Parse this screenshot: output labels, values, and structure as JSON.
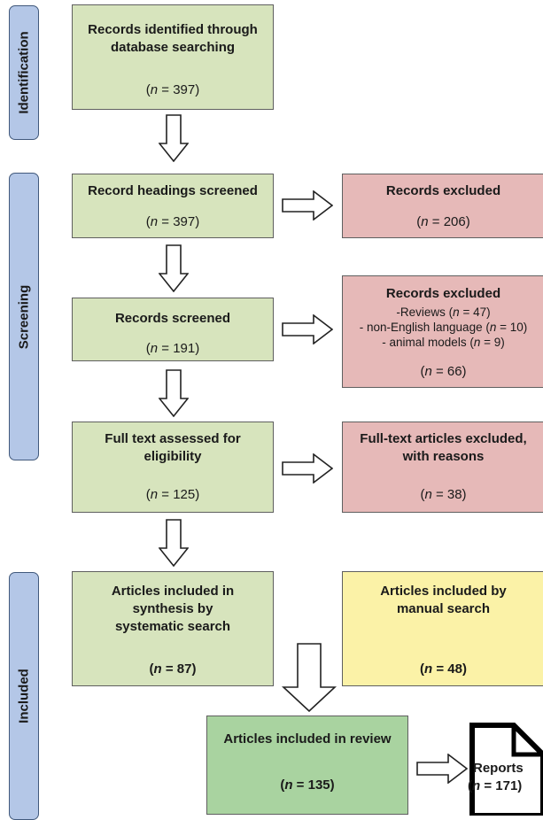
{
  "phases": {
    "identification": "Identification",
    "screening": "Screening",
    "included": "Included"
  },
  "identified": {
    "title": "Records identified through database searching",
    "count": "(n = 397)"
  },
  "headings_screened": {
    "title": "Record headings  screened",
    "count": "(n = 397)"
  },
  "excluded_1": {
    "title": "Records excluded",
    "count": "(n = 206)"
  },
  "records_screened": {
    "title": "Records screened",
    "count": "(n = 191)"
  },
  "excluded_2": {
    "title": "Records excluded",
    "reasons": [
      "-Reviews (n = 47)",
      "- non-English language (n = 10)",
      "- animal  models (n = 9)"
    ],
    "count": "(n = 66)"
  },
  "full_text": {
    "title": "Full text assessed for eligibility",
    "count": "(n = 125)"
  },
  "excluded_3": {
    "title": "Full-text articles excluded, with reasons",
    "count": "(n = 38)"
  },
  "synthesis": {
    "title": "Articles included in synthesis by systematic search",
    "count": "(n = 87)"
  },
  "manual": {
    "title": "Articles included by manual search",
    "count": "(n = 48)"
  },
  "review": {
    "title": "Articles included in review",
    "count": "(n = 135)"
  },
  "reports": {
    "title": "Reports",
    "count": "(n = 171)"
  },
  "colors": {
    "phase": "#b4c7e7",
    "green": "#d7e4bd",
    "pink": "#e6b9b8",
    "yellow": "#fbf2a7",
    "dark_green": "#a9d3a0"
  }
}
